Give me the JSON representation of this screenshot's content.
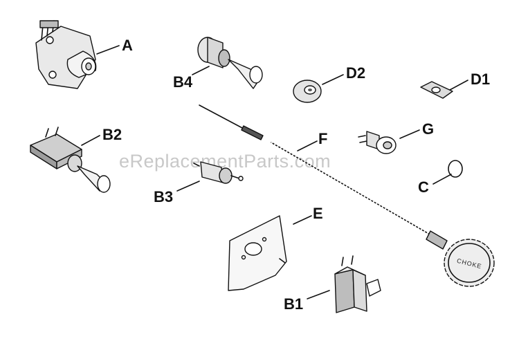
{
  "watermark": "eReplacementParts.com",
  "knob_text": "CHOKE",
  "labels": {
    "A": "A",
    "B1": "B1",
    "B2": "B2",
    "B3": "B3",
    "B4": "B4",
    "C": "C",
    "D1": "D1",
    "D2": "D2",
    "E": "E",
    "F": "F",
    "G": "G"
  }
}
